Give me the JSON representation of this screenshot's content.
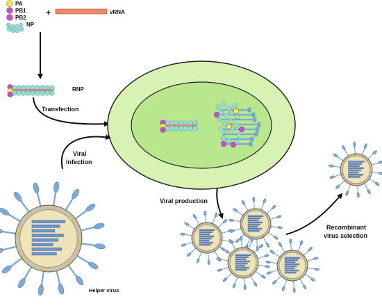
{
  "legend": {
    "pa": "PA",
    "pb1": "PB1",
    "pb2": "PB2",
    "np": "NP",
    "plus": "+",
    "vrna": "vRNA"
  },
  "labels": {
    "rnp": "RNP",
    "transfection": "Transfection",
    "viral_infection_line1": "Viral",
    "viral_infection_line2": "Infection",
    "viral_production": "Viral production",
    "recombinant_line1": "Recombinant",
    "recombinant_line2": "virus selection",
    "helper_virus": "Helper virus"
  },
  "colors": {
    "pa": "#f3ee4a",
    "pb": "#c94fc8",
    "np": "#93dcd6",
    "vrna": "#f08a6a",
    "cell": "#d8f2b4",
    "nucleus": "#b9e78e",
    "virion_fill": "#efe4b8",
    "virion_ring": "#c9c2a6",
    "spike": "#7eaad6",
    "segment": "#6f95cf"
  }
}
